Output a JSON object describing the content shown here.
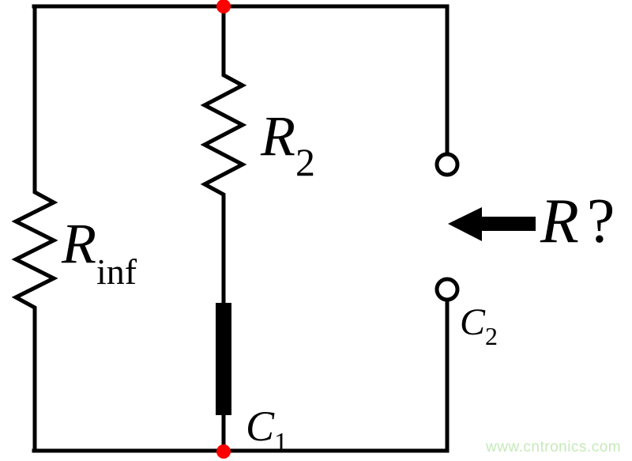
{
  "circuit": {
    "labels": {
      "r2": {
        "symbol": "R",
        "subscript": "2"
      },
      "r_inf": {
        "symbol": "R",
        "subscript": "inf"
      },
      "c1": {
        "symbol": "C",
        "subscript": "1"
      },
      "c2": {
        "symbol": "C",
        "subscript": "2"
      },
      "unknown_resistance": {
        "symbol": "R",
        "suffix": "?"
      }
    },
    "colors": {
      "wire": "#000000",
      "junction_node": "#ff0000",
      "background": "#ffffff",
      "watermark": "#c6e9ba"
    },
    "icons": {
      "arrow": "arrow-left-icon"
    },
    "watermark": {
      "text": "www.cntronics.com"
    }
  }
}
